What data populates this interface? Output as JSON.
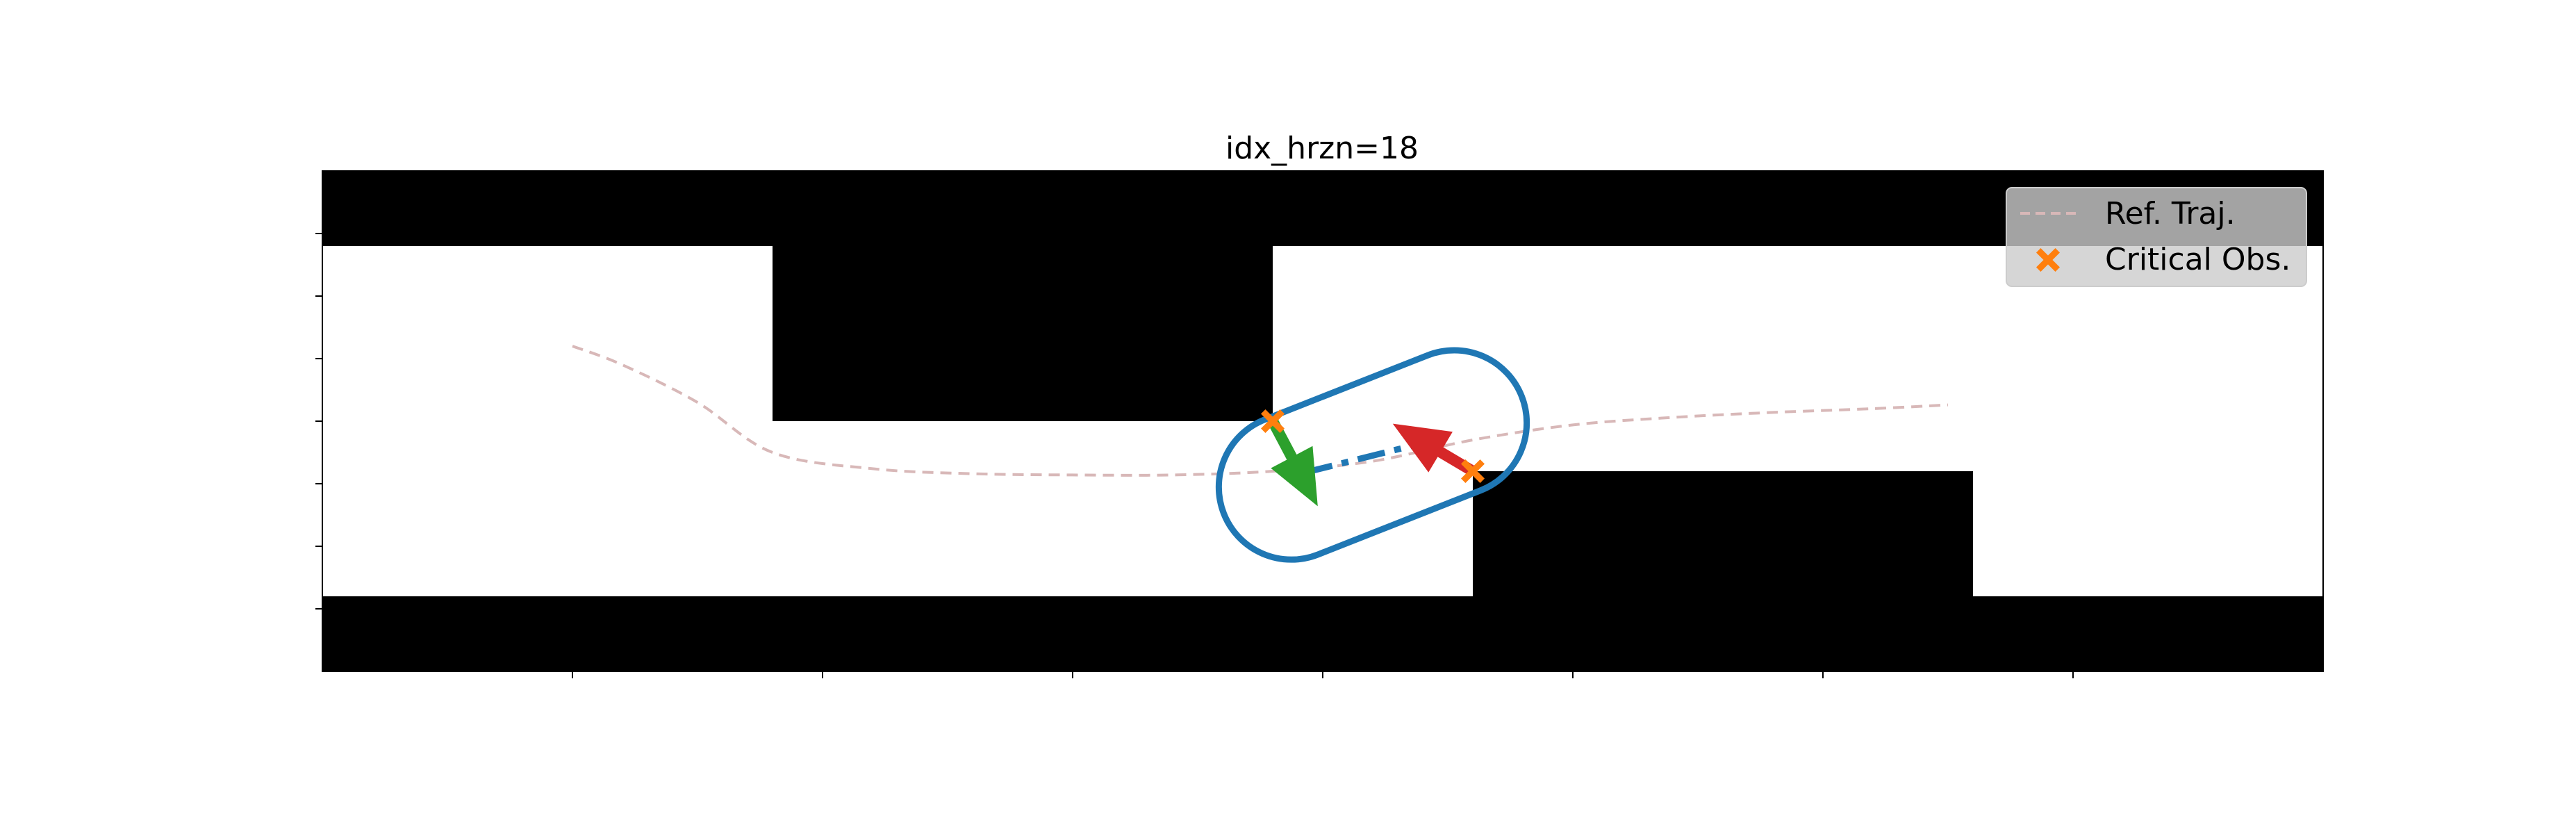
{
  "chart_data": {
    "type": "scatter",
    "title": "idx_hrzn=18",
    "xlabel": "",
    "ylabel": "",
    "tick_labels_visible": false,
    "xlim": [
      0,
      8
    ],
    "ylim": [
      0,
      4
    ],
    "grid": false,
    "legend": {
      "placement": "top-right",
      "entries": [
        {
          "label": "Ref. Traj.",
          "marker": "dashed-line",
          "color": "#d8b8b8"
        },
        {
          "label": "Critical Obs.",
          "marker": "x-filled",
          "color": "#ff7f0e"
        }
      ]
    },
    "obstacles": [
      {
        "name": "top-wall",
        "x0": 0,
        "x1": 8,
        "y0": 3.4,
        "y1": 4.0
      },
      {
        "name": "bottom-wall",
        "x0": 0,
        "x1": 8,
        "y0": 0,
        "y1": 0.6
      },
      {
        "name": "upper-block",
        "x0": 1.8,
        "x1": 3.8,
        "y0": 2.0,
        "y1": 3.4
      },
      {
        "name": "lower-block",
        "x0": 4.6,
        "x1": 6.6,
        "y0": 0.6,
        "y1": 1.6
      }
    ],
    "ref_traj": {
      "name": "Ref. Traj.",
      "color": "#d8b8b8",
      "x": [
        1.0,
        1.2,
        1.5,
        1.8,
        2.2,
        2.6,
        3.0,
        3.4,
        3.8,
        4.2,
        4.6,
        5.0,
        5.4,
        5.8,
        6.2,
        6.5
      ],
      "y": [
        2.6,
        2.45,
        2.15,
        1.75,
        1.62,
        1.58,
        1.57,
        1.57,
        1.6,
        1.68,
        1.85,
        1.97,
        2.03,
        2.07,
        2.1,
        2.13
      ]
    },
    "vehicle": {
      "color": "#1f77b4",
      "center": [
        4.2,
        1.73
      ],
      "axis_start": [
        3.93,
        1.59
      ],
      "axis_end": [
        4.43,
        1.84
      ],
      "half_length": 0.35,
      "radius": 0.29,
      "angle_deg": 21.5
    },
    "arrows": [
      {
        "name": "green-arrow",
        "color": "#2ca02c",
        "from": [
          3.8,
          2.0
        ],
        "to": [
          3.98,
          1.32
        ]
      },
      {
        "name": "red-arrow",
        "color": "#d62728",
        "from": [
          4.6,
          1.6
        ],
        "to": [
          4.28,
          1.98
        ]
      }
    ],
    "critical_obs": {
      "name": "Critical Obs.",
      "color": "#ff7f0e",
      "points": [
        [
          3.8,
          2.0
        ],
        [
          4.6,
          1.6
        ]
      ]
    },
    "x_ticks": [
      1,
      2,
      3,
      4,
      5,
      6,
      7
    ],
    "y_ticks": [
      0.5,
      1.0,
      1.5,
      2.0,
      2.5,
      3.0,
      3.5
    ]
  }
}
